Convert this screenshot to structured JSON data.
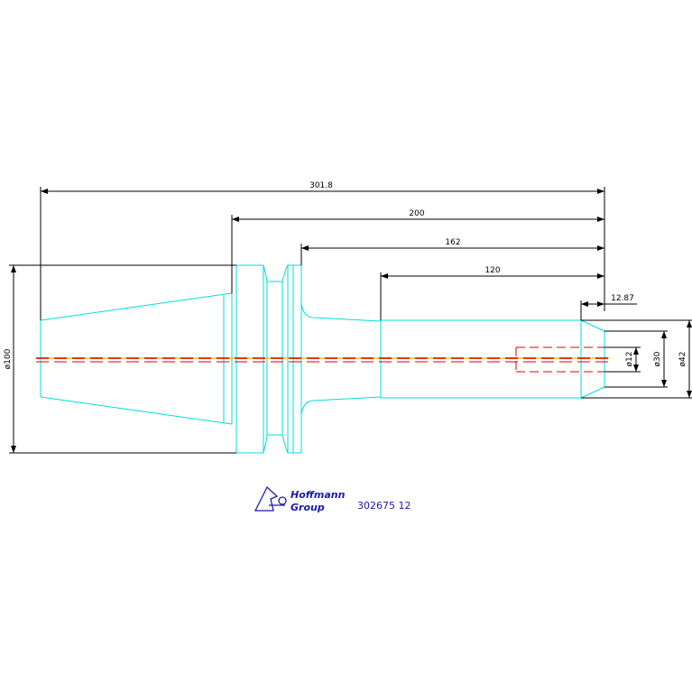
{
  "colors": {
    "outline": "#00dcdc",
    "dimension": "#000000",
    "centerline_red": "#e00000",
    "centerline_yellow": "#e6c800",
    "logo": "#1a1aa8"
  },
  "dimensions": {
    "overall_length": "301.8",
    "length_200": "200",
    "length_162": "162",
    "length_120": "120",
    "length_12_87": "12.87",
    "dia_100": "ø100",
    "dia_12": "ø12",
    "dia_30": "ø30",
    "dia_42": "ø42"
  },
  "logo": {
    "icon": "hahn-logo-icon",
    "line1": "Hoffmann",
    "line2": "Group"
  },
  "part_number": "302675 12"
}
